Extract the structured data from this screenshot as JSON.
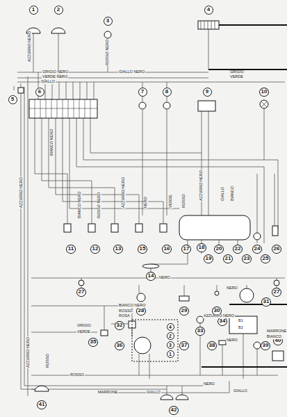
{
  "diagram": {
    "nodes": [
      {
        "text": [
          "1"
        ]
      },
      {
        "text": [
          "2"
        ]
      },
      {
        "text": [
          "3"
        ]
      },
      {
        "text": [
          "4"
        ]
      },
      {
        "text": [
          "5"
        ]
      },
      {
        "text": [
          "6"
        ]
      },
      {
        "text": [
          "7"
        ]
      },
      {
        "text": [
          "8"
        ]
      },
      {
        "text": [
          "9"
        ]
      },
      {
        "text": [
          "10"
        ]
      },
      {
        "text": [
          "11"
        ]
      },
      {
        "text": [
          "12"
        ]
      },
      {
        "text": [
          "13"
        ]
      },
      {
        "text": [
          "14"
        ]
      },
      {
        "text": [
          "15"
        ]
      },
      {
        "text": [
          "16"
        ]
      },
      {
        "text": [
          "17"
        ]
      },
      {
        "text": [
          "18"
        ]
      },
      {
        "text": [
          "19"
        ]
      },
      {
        "text": [
          "20"
        ]
      },
      {
        "text": [
          "21"
        ]
      },
      {
        "text": [
          "22"
        ]
      },
      {
        "text": [
          "23"
        ]
      },
      {
        "text": [
          "24"
        ]
      },
      {
        "text": [
          "25"
        ]
      },
      {
        "text": [
          "26"
        ]
      },
      {
        "text": [
          "27"
        ]
      },
      {
        "text": [
          "27"
        ]
      },
      {
        "text": [
          "28"
        ]
      },
      {
        "text": [
          "29"
        ]
      },
      {
        "text": [
          "30"
        ]
      },
      {
        "text": [
          "31"
        ]
      },
      {
        "text": [
          "32"
        ]
      },
      {
        "text": [
          "33"
        ]
      },
      {
        "text": [
          "34"
        ]
      },
      {
        "text": [
          "35"
        ]
      },
      {
        "text": [
          "36"
        ]
      },
      {
        "text": [
          "37"
        ]
      },
      {
        "text": [
          "38"
        ]
      },
      {
        "text": [
          "39"
        ]
      },
      {
        "text": [
          "40"
        ]
      },
      {
        "text": [
          "41"
        ]
      },
      {
        "text": [
          "42"
        ]
      },
      {
        "text": [
          "4"
        ]
      },
      {
        "text": [
          "2"
        ]
      },
      {
        "text": [
          "3"
        ]
      },
      {
        "text": [
          "1"
        ]
      }
    ],
    "edges": [],
    "labels": [
      "AZZURRO NERO",
      "GRIGIO NERO",
      "VERDE NERO",
      "GIALLO",
      "ROSSO NERO",
      "GIALLO NERO",
      "GRIGIO",
      "VERDE",
      "BIANCO NERO",
      "AZZURRO NERO",
      "BIANCO NERO",
      "ROSSO NERO",
      "AZZURRO NERO",
      "NERO",
      "VERDE",
      "ROSSO",
      "AZZURRO NERO",
      "GIALLO",
      "BIANCO",
      "NERO",
      "BIANCO NERO",
      "ROSSO",
      "ROSA",
      "NERO",
      "AZZURRO NERO",
      "GRIGIO",
      "VERDE",
      "NERO",
      "MARRONE",
      "BIANCO",
      "B1",
      "B2",
      "AZZURRO NERO",
      "ROSSO",
      "MARRONE",
      "GIALLO",
      "GIALLO",
      "NERO",
      "ROSSO"
    ]
  }
}
